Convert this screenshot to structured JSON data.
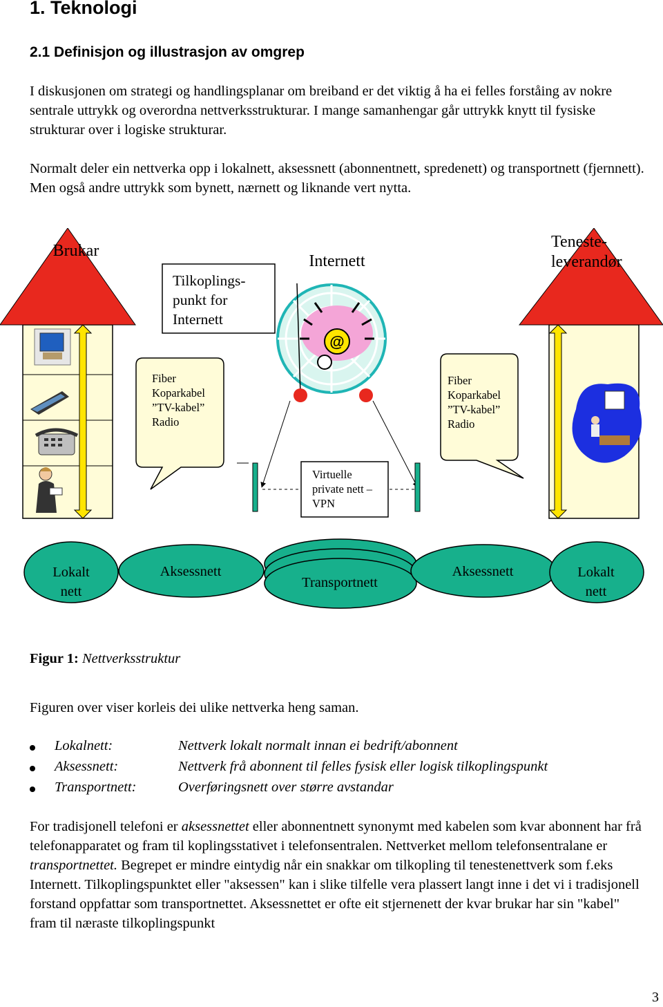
{
  "heading": "1. Teknologi",
  "subheading": "2.1 Definisjon og illustrasjon av omgrep",
  "paragraph1": "I diskusjonen om strategi og handlingsplanar om breiband er det viktig å ha ei felles forståing av nokre sentrale uttrykk og overordna nettverksstrukturar. I mange samanhengar går uttrykk knytt til fysiske strukturar over i logiske strukturar.",
  "paragraph2": "Normalt deler ein nettverka opp i lokalnett, aksessnett (abonnentnett, spredenett) og transportnett (fjernnett). Men også andre uttrykk som bynett, nærnett og liknande vert nytta.",
  "diagram": {
    "brukar": "Brukar",
    "tilkopling": [
      "Tilkoplings-",
      "punkt for",
      "Internett"
    ],
    "internett": "Internett",
    "teneste": [
      "Teneste-",
      "leverandør"
    ],
    "callout_left": [
      "Fiber",
      "Koparkabel",
      " ”TV-kabel”",
      "Radio"
    ],
    "callout_right": [
      "Fiber",
      "Koparkabel",
      " ”TV-kabel”",
      "Radio"
    ],
    "vpn": [
      "Virtuelle",
      "private nett –",
      "VPN"
    ],
    "ovals": {
      "lokalt_left": [
        "Lokalt",
        "nett"
      ],
      "aksess_left": "Aksessnett",
      "transport": "Transportnett",
      "aksess_right": "Aksessnett",
      "lokalt_right": [
        "Lokalt",
        "nett"
      ]
    },
    "colors": {
      "roof": "#e8281e",
      "wall": "#fffcd8",
      "oval": "#17b08c",
      "net": "#d9f5ef",
      "bug": "#f4a5d7"
    }
  },
  "caption": {
    "label": "Figur 1:",
    "text": "Nettverksstruktur"
  },
  "paragraph3": "Figuren over viser korleis dei ulike nettverka heng saman.",
  "definitions": [
    {
      "term": "Lokalnett:",
      "desc": "Nettverk lokalt normalt innan ei bedrift/abonnent"
    },
    {
      "term": "Aksessnett:",
      "desc": "Nettverk frå abonnent til felles fysisk eller logisk tilkoplingspunkt"
    },
    {
      "term": "Transportnett:",
      "desc": "Overføringsnett over større avstandar"
    }
  ],
  "paragraph4": {
    "t1": "For tradisjonell telefoni er ",
    "i1": "aksessnettet",
    "t2": " eller abonnentnett synonymt med kabelen som kvar abonnent har frå telefonapparatet og fram til koplingsstativet i telefonsentralen.  Nettverket mellom telefonsentralane er ",
    "i2": "transportnettet.",
    "t3": "  Begrepet er mindre eintydig når ein snakkar om tilkopling til tenestenettverk som f.eks Internett.  Tilkoplingspunktet eller \"aksessen\" kan i slike tilfelle vera plassert langt inne i det vi  i tradisjonell forstand oppfattar som transportnettet. Aksessnettet er ofte eit stjernenett der kvar brukar har sin \"kabel\" fram til næraste tilkoplingspunkt"
  },
  "page_number": "3"
}
